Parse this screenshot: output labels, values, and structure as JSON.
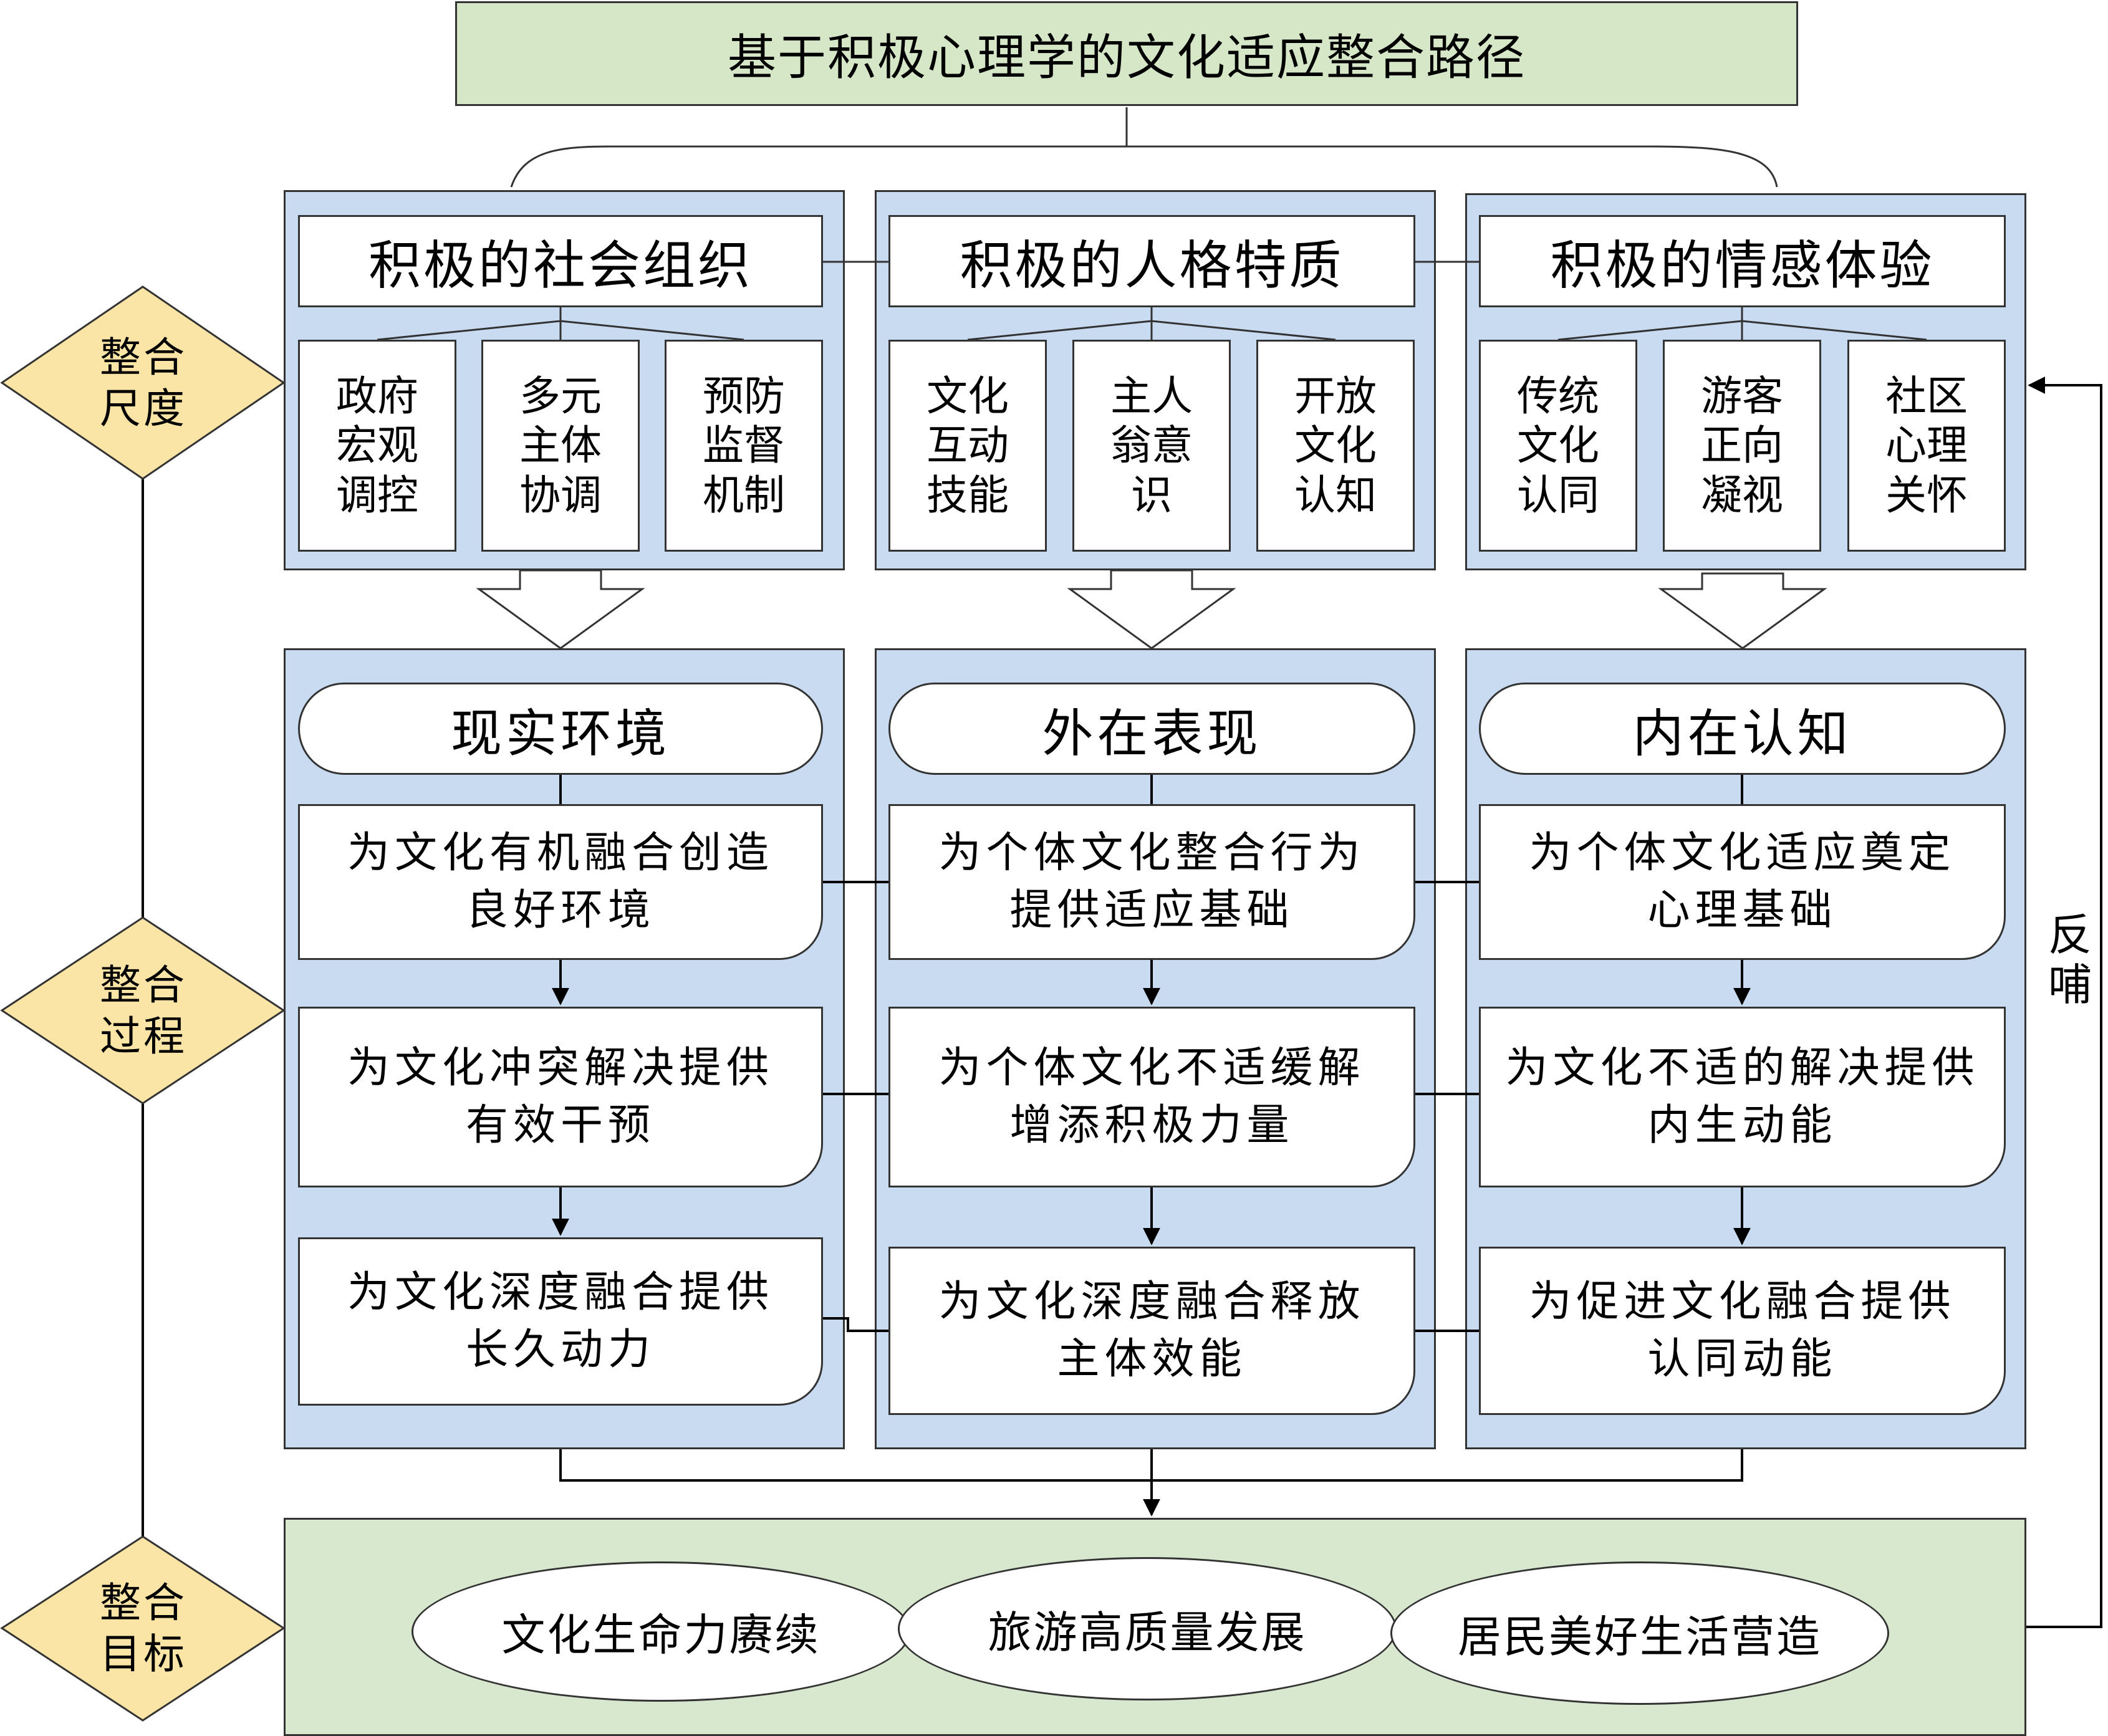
{
  "title": "基于积极心理学的文化适应整合路径",
  "columns": [
    {
      "header": "积极的社会组织",
      "subs": [
        [
          "政府",
          "宏观",
          "调控"
        ],
        [
          "多元",
          "主体",
          "协调"
        ],
        [
          "预防",
          "监督",
          "机制"
        ]
      ],
      "pill": "现实环境",
      "steps": [
        [
          "为文化有机融合创造",
          "良好环境"
        ],
        [
          "为文化冲突解决提供",
          "有效干预"
        ],
        [
          "为文化深度融合提供",
          "长久动力"
        ]
      ]
    },
    {
      "header": "积极的人格特质",
      "subs": [
        [
          "文化",
          "互动",
          "技能"
        ],
        [
          "主人",
          "翁意",
          "识"
        ],
        [
          "开放",
          "文化",
          "认知"
        ]
      ],
      "pill": "外在表现",
      "steps": [
        [
          "为个体文化整合行为",
          "提供适应基础"
        ],
        [
          "为个体文化不适缓解",
          "增添积极力量"
        ],
        [
          "为文化深度融合释放",
          "主体效能"
        ]
      ]
    },
    {
      "header": "积极的情感体验",
      "subs": [
        [
          "传统",
          "文化",
          "认同"
        ],
        [
          "游客",
          "正向",
          "凝视"
        ],
        [
          "社区",
          "心理",
          "关怀"
        ]
      ],
      "pill": "内在认知",
      "steps": [
        [
          "为个体文化适应奠定",
          "心理基础"
        ],
        [
          "为文化不适的解决提供",
          "内生动能"
        ],
        [
          "为促进文化融合提供",
          "认同动能"
        ]
      ]
    }
  ],
  "goals": [
    "文化生命力赓续",
    "旅游高质量发展",
    "居民美好生活营造"
  ],
  "side_labels": [
    [
      "整合",
      "尺度"
    ],
    [
      "整合",
      "过程"
    ],
    [
      "整合",
      "目标"
    ]
  ],
  "feedback": [
    "反",
    "哺"
  ],
  "colors": {
    "title_bg": "#d6e7c8",
    "panel_bg": "#c9dbf1",
    "goal_panel_bg": "#d7e8cf",
    "diamond_bg": "#fbe5a6"
  }
}
